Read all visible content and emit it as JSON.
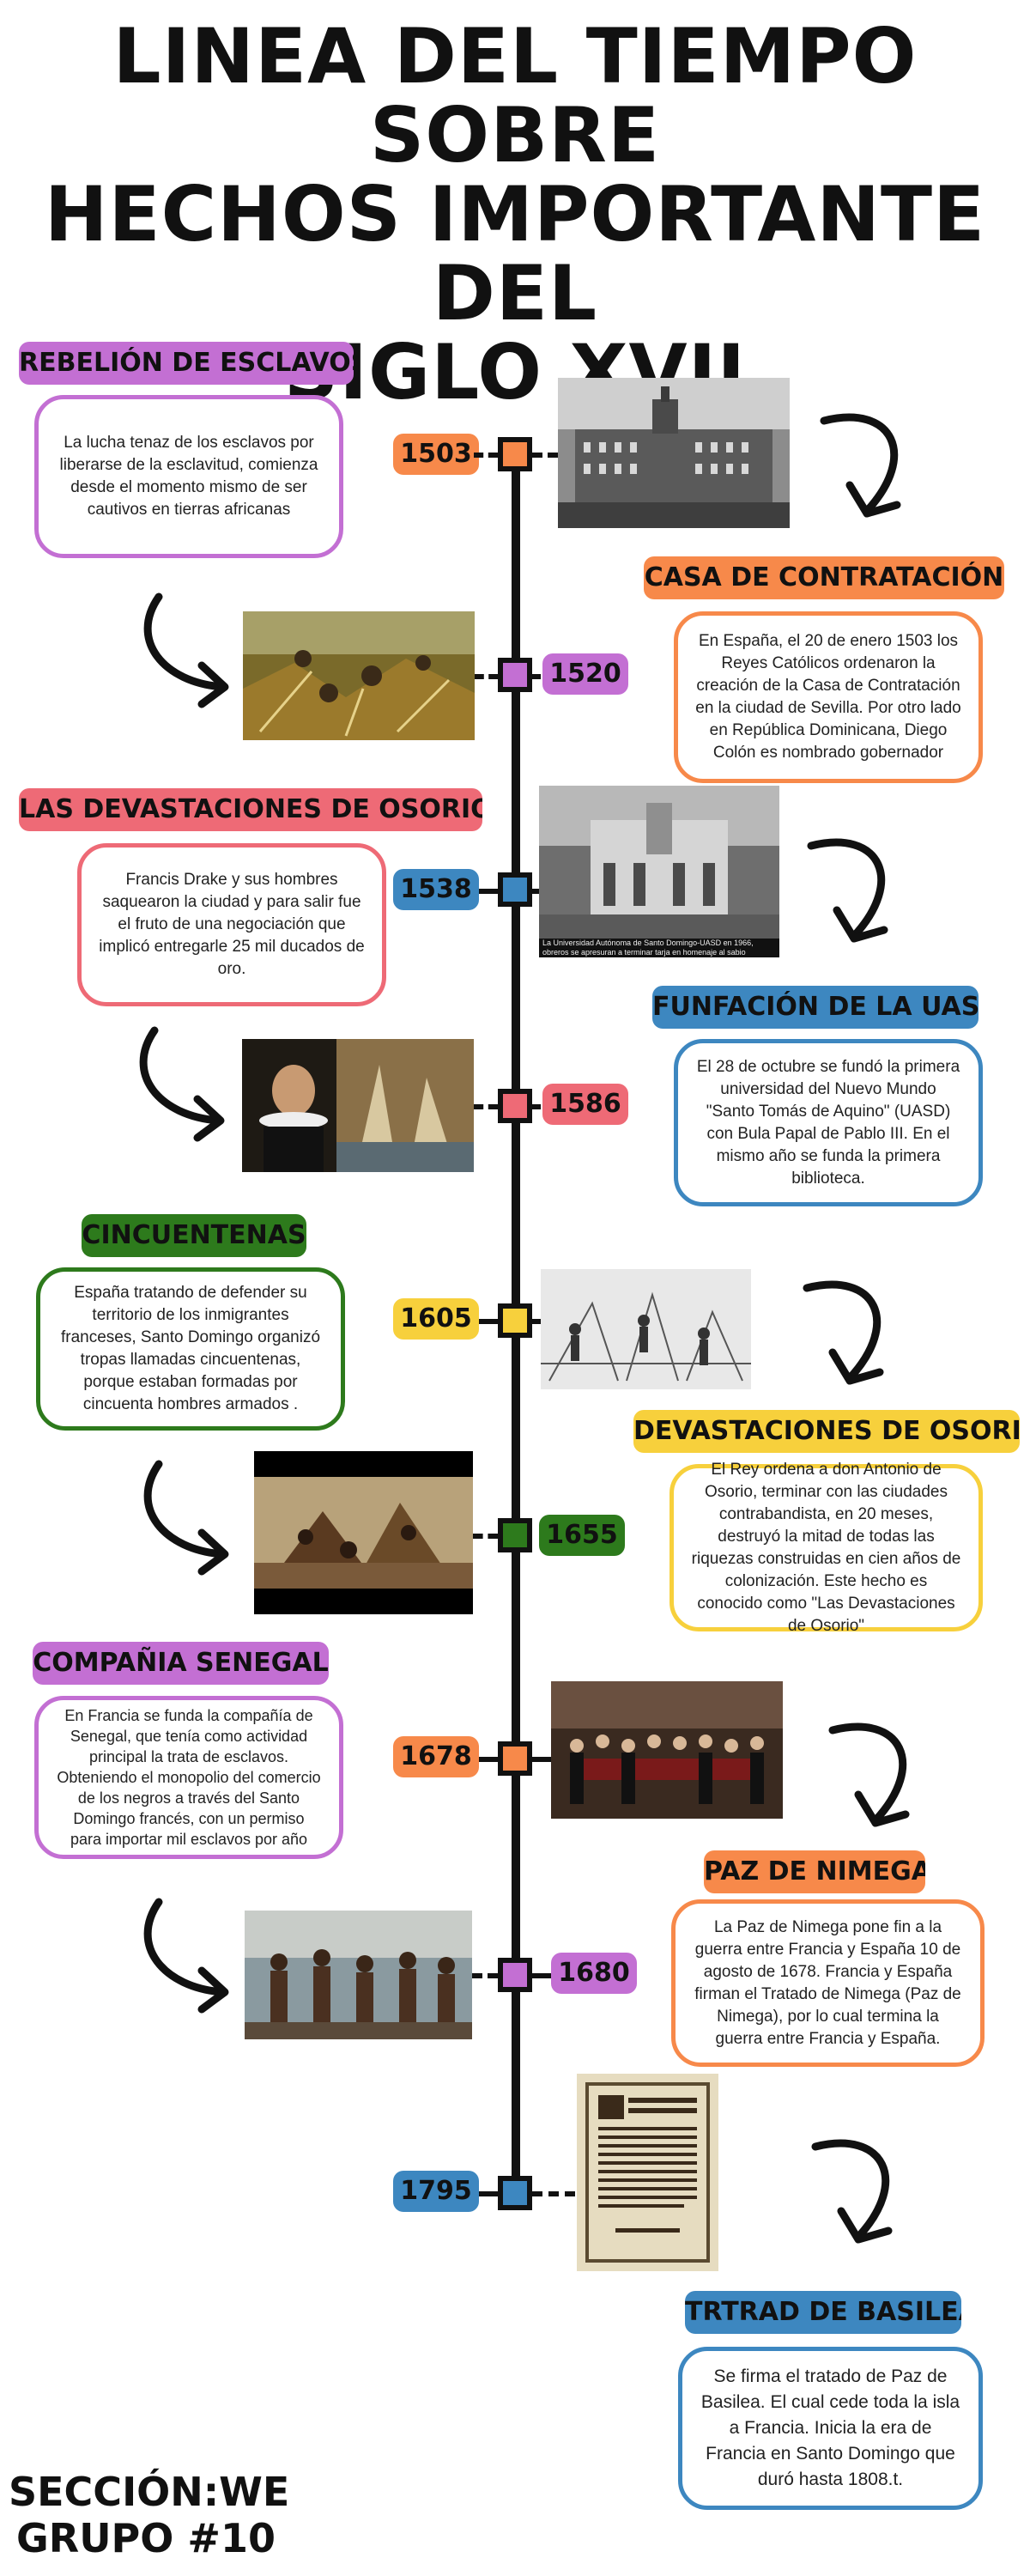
{
  "title": {
    "line1": "LINEA DEL TIEMPO SOBRE",
    "line2": "HECHOS IMPORTANTE DEL",
    "line3": "SIGLO XVII"
  },
  "colors": {
    "orange": "#f7894a",
    "purple": "#c36fd3",
    "blue": "#3d87c0",
    "red": "#ee6a76",
    "yellow": "#f7d03c",
    "green": "#2d7a1c",
    "line": "#111111"
  },
  "events": [
    {
      "year": "1503",
      "title": "REBELIÓN DE ESCLAVOS",
      "text": "La lucha tenaz de los esclavos por liberarse de la esclavitud, comienza desde el momento mismo de ser cautivos en tierras africanas",
      "image": "building-photo"
    },
    {
      "year": "1520",
      "title": "CASA DE CONTRATACIÓN",
      "text": "En España, el 20 de enero 1503 los Reyes Católicos ordenaron la creación de la Casa de Contratación en la ciudad de Sevilla. Por otro lado en República Dominicana, Diego Colón es nombrado gobernador",
      "image": "battle-painting"
    },
    {
      "year": "1538",
      "title": "LAS DEVASTACIONES DE OSORIO",
      "text": "Francis Drake y sus hombres saquearon la ciudad y para salir fue el fruto de una negociación que implicó entregarle 25 mil ducados de oro.",
      "image": "uasd-photo",
      "caption": "La Universidad Autónoma de Santo Domingo-UASD en 1966, obreros se apresuran a terminar tarja en homenaje al sabio"
    },
    {
      "year": "1586",
      "title": "FUNFACIÓN DE LA UASD",
      "text": "El 28 de octubre se fundó la primera universidad del Nuevo Mundo \"Santo Tomás de Aquino\" (UASD) con Bula Papal de Pablo III. En el mismo año se funda la primera biblioteca.",
      "image": "drake-portrait"
    },
    {
      "year": "1605",
      "title": "CINCUENTENAS",
      "text": "España tratando de defender su territorio de los inmigrantes franceses, Santo Domingo organizó tropas llamadas cincuentenas, porque estaban formadas por cincuenta hombres armados .",
      "image": "engraving"
    },
    {
      "year": "1655",
      "title": "DEVASTACIONES DE OSORIO",
      "text": "El Rey ordena a don Antonio de Osorio, terminar con las ciudades contrabandista, en 20 meses, destruyó la mitad de todas las riquezas construidas en cien años de colonización. Este hecho es conocido como \"Las Devastaciones de Osorio\"",
      "image": "ship-battle"
    },
    {
      "year": "1678",
      "title": "COMPAÑIA SENEGAL",
      "text": "En Francia se funda la compañía de Senegal, que tenía como actividad principal la trata de esclavos. Obteniendo el monopolio del comercio de los negros a través del Santo Domingo francés, con un permiso para importar mil esclavos por año",
      "image": "assembly-painting"
    },
    {
      "year": "1680",
      "title": "PAZ DE NIMEGA",
      "text": "La Paz de Nimega pone fin a la guerra entre Francia y España 10 de agosto de 1678. Francia y España firman el Tratado de Nimega (Paz de Nimega), por lo cual termina la guerra entre Francia y España.",
      "image": "slaves-painting"
    },
    {
      "year": "1795",
      "title": "TRTRAD DE BASILEA",
      "text": "Se firma el tratado de Paz de Basilea. El cual cede toda la isla a Francia. Inicia la era de Francia en Santo Domingo que duró hasta 1808.t.",
      "image": "document-page"
    }
  ],
  "footer": {
    "line1": "SECCIÓN:WE",
    "line2": "GRUPO #10"
  }
}
